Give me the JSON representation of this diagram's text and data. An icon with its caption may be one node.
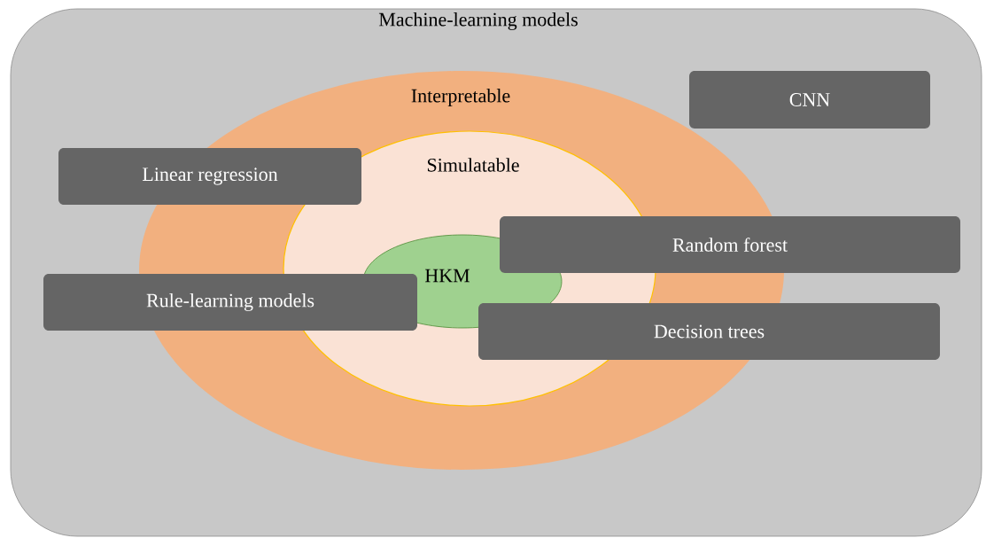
{
  "diagram": {
    "nodes": [
      {
        "text": [
          "Machine-learning models"
        ]
      },
      {
        "text": [
          "Interpretable"
        ],
        "in": 0
      },
      {
        "text": [
          "Simulatable"
        ],
        "in": 1
      },
      {
        "text": [
          "HKM"
        ],
        "in": 2
      },
      {
        "text": [
          "CNN"
        ],
        "in": 0
      },
      {
        "text": [
          "Linear regression"
        ],
        "in": 0
      },
      {
        "text": [
          "Random forest"
        ],
        "in": 0
      },
      {
        "text": [
          "Rule-learning models"
        ],
        "in": 0
      },
      {
        "text": [
          "Decision trees"
        ],
        "in": 0
      }
    ]
  }
}
